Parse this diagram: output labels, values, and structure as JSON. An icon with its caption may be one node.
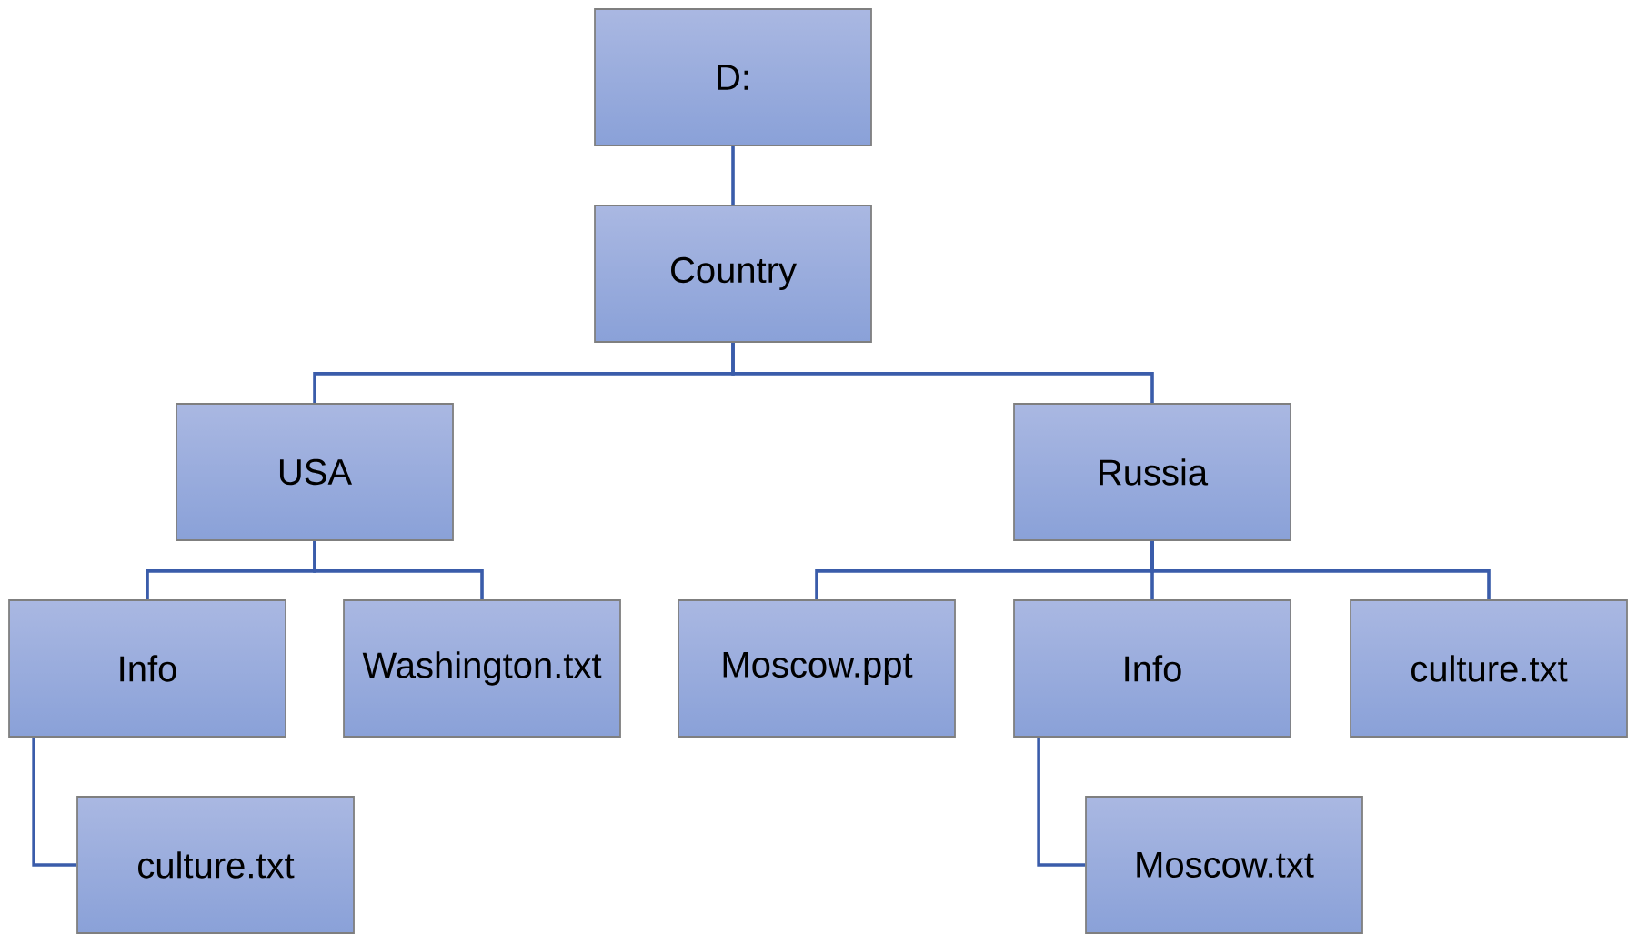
{
  "diagram": {
    "nodes": [
      {
        "text": [
          "D:"
        ]
      },
      {
        "text": [
          "Country"
        ]
      },
      {
        "text": [
          "USA"
        ]
      },
      {
        "text": [
          "Russia"
        ]
      },
      {
        "text": [
          "Info"
        ]
      },
      {
        "text": [
          "Washington.txt"
        ]
      },
      {
        "text": [
          "Moscow.ppt"
        ]
      },
      {
        "text": [
          "Info"
        ]
      },
      {
        "text": [
          "culture.txt"
        ]
      },
      {
        "text": [
          "culture.txt"
        ]
      },
      {
        "text": [
          "Moscow.txt"
        ]
      }
    ],
    "edges": [
      {
        "from": 0,
        "to": 1,
        "arrow": "none"
      },
      {
        "from": 1,
        "to": 2,
        "arrow": "none"
      },
      {
        "from": 1,
        "to": 3,
        "arrow": "none"
      },
      {
        "from": 2,
        "to": 4,
        "arrow": "none"
      },
      {
        "from": 2,
        "to": 5,
        "arrow": "none"
      },
      {
        "from": 3,
        "to": 6,
        "arrow": "none"
      },
      {
        "from": 3,
        "to": 7,
        "arrow": "none"
      },
      {
        "from": 3,
        "to": 8,
        "arrow": "none"
      },
      {
        "from": 4,
        "to": 9,
        "arrow": "none"
      },
      {
        "from": 7,
        "to": 10,
        "arrow": "none"
      }
    ]
  }
}
